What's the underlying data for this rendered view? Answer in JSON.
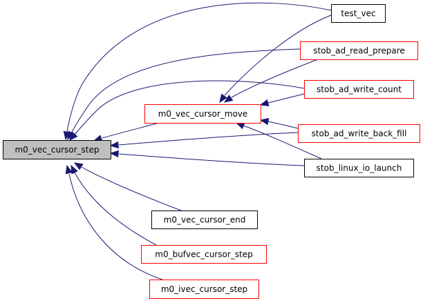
{
  "graph": {
    "type": "call-graph",
    "direction": "right-to-left callers",
    "colors": {
      "edge": "#191970",
      "focus_fill": "#bfbfbf",
      "node_fill": "#ffffff",
      "border_default": "#000000",
      "border_truncated": "#ff0000"
    },
    "nodes": [
      {
        "id": "step",
        "label": "m0_vec_cursor_step",
        "focus": true,
        "border": "black"
      },
      {
        "id": "move",
        "label": "m0_vec_cursor_move",
        "focus": false,
        "border": "red"
      },
      {
        "id": "test_vec",
        "label": "test_vec",
        "focus": false,
        "border": "black"
      },
      {
        "id": "read_prepare",
        "label": "stob_ad_read_prepare",
        "focus": false,
        "border": "red"
      },
      {
        "id": "write_count",
        "label": "stob_ad_write_count",
        "focus": false,
        "border": "red"
      },
      {
        "id": "write_back_fill",
        "label": "stob_ad_write_back_fill",
        "focus": false,
        "border": "red"
      },
      {
        "id": "linux_io_launch",
        "label": "stob_linux_io_launch",
        "focus": false,
        "border": "black"
      },
      {
        "id": "cursor_end",
        "label": "m0_vec_cursor_end",
        "focus": false,
        "border": "black"
      },
      {
        "id": "bufvec_step",
        "label": "m0_bufvec_cursor_step",
        "focus": false,
        "border": "red"
      },
      {
        "id": "ivec_step",
        "label": "m0_ivec_cursor_step",
        "focus": false,
        "border": "red"
      }
    ],
    "edges": [
      {
        "from": "test_vec",
        "to": "step"
      },
      {
        "from": "read_prepare",
        "to": "step"
      },
      {
        "from": "write_count",
        "to": "step"
      },
      {
        "from": "move",
        "to": "step"
      },
      {
        "from": "write_back_fill",
        "to": "step"
      },
      {
        "from": "linux_io_launch",
        "to": "step"
      },
      {
        "from": "cursor_end",
        "to": "step"
      },
      {
        "from": "bufvec_step",
        "to": "step"
      },
      {
        "from": "ivec_step",
        "to": "step"
      },
      {
        "from": "test_vec",
        "to": "move"
      },
      {
        "from": "read_prepare",
        "to": "move"
      },
      {
        "from": "write_count",
        "to": "move"
      },
      {
        "from": "write_back_fill",
        "to": "move"
      },
      {
        "from": "linux_io_launch",
        "to": "move"
      }
    ]
  }
}
